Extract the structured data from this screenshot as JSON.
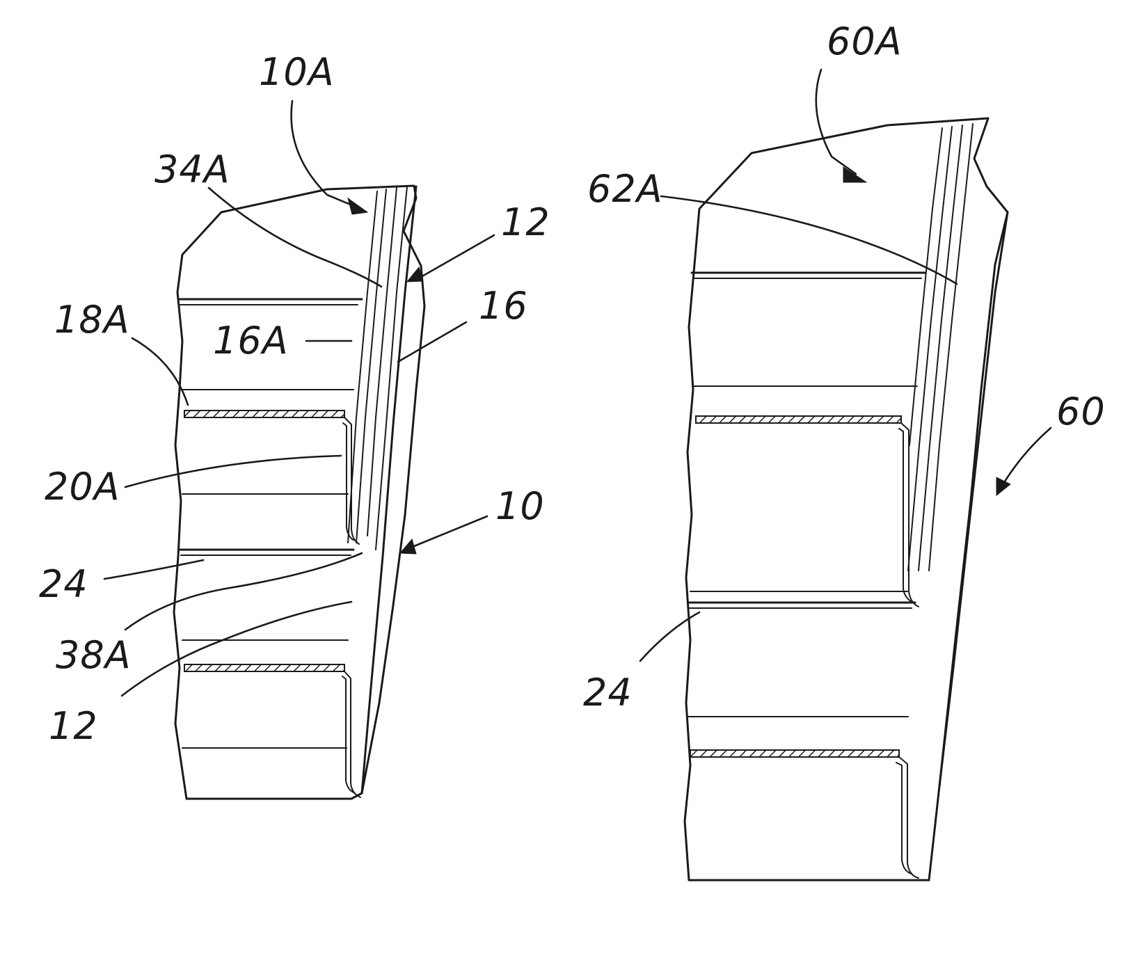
{
  "labels": {
    "l10A": "10A",
    "l34A": "34A",
    "l12_top": "12",
    "l16": "16",
    "l18A": "18A",
    "l16A": "16A",
    "l20A": "20A",
    "l10": "10",
    "l24_left": "24",
    "l38A": "38A",
    "l12_bottom": "12",
    "l60A": "60A",
    "l62A": "62A",
    "l60": "60",
    "l24_right": "24"
  },
  "colors": {
    "ink": "#1a1a1a",
    "paper": "#ffffff"
  }
}
